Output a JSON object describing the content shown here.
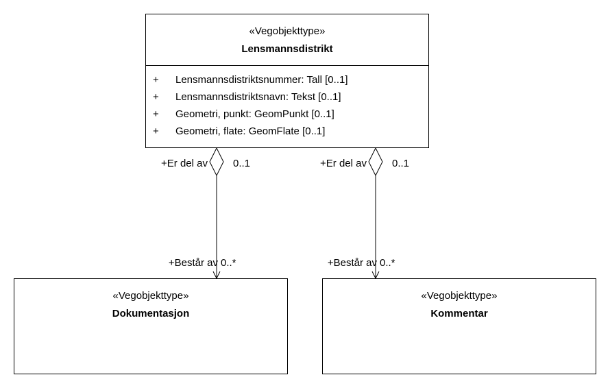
{
  "classes": {
    "main": {
      "stereotype": "«Vegobjekttype»",
      "name": "Lensmannsdistrikt",
      "attributes": [
        {
          "visibility": "+",
          "text": "Lensmannsdistriktsnummer: Tall [0..1]"
        },
        {
          "visibility": "+",
          "text": "Lensmannsdistriktsnavn: Tekst [0..1]"
        },
        {
          "visibility": "+",
          "text": "Geometri, punkt: GeomPunkt [0..1]"
        },
        {
          "visibility": "+",
          "text": "Geometri, flate: GeomFlate [0..1]"
        }
      ]
    },
    "left": {
      "stereotype": "«Vegobjekttype»",
      "name": "Dokumentasjon"
    },
    "right": {
      "stereotype": "«Vegobjekttype»",
      "name": "Kommentar"
    }
  },
  "associations": [
    {
      "source_role": "+Er del av",
      "source_mult": "0..1",
      "target_role": "+Består av",
      "target_mult": "0..*"
    },
    {
      "source_role": "+Er del av",
      "source_mult": "0..1",
      "target_role": "+Består av",
      "target_mult": "0..*"
    }
  ]
}
